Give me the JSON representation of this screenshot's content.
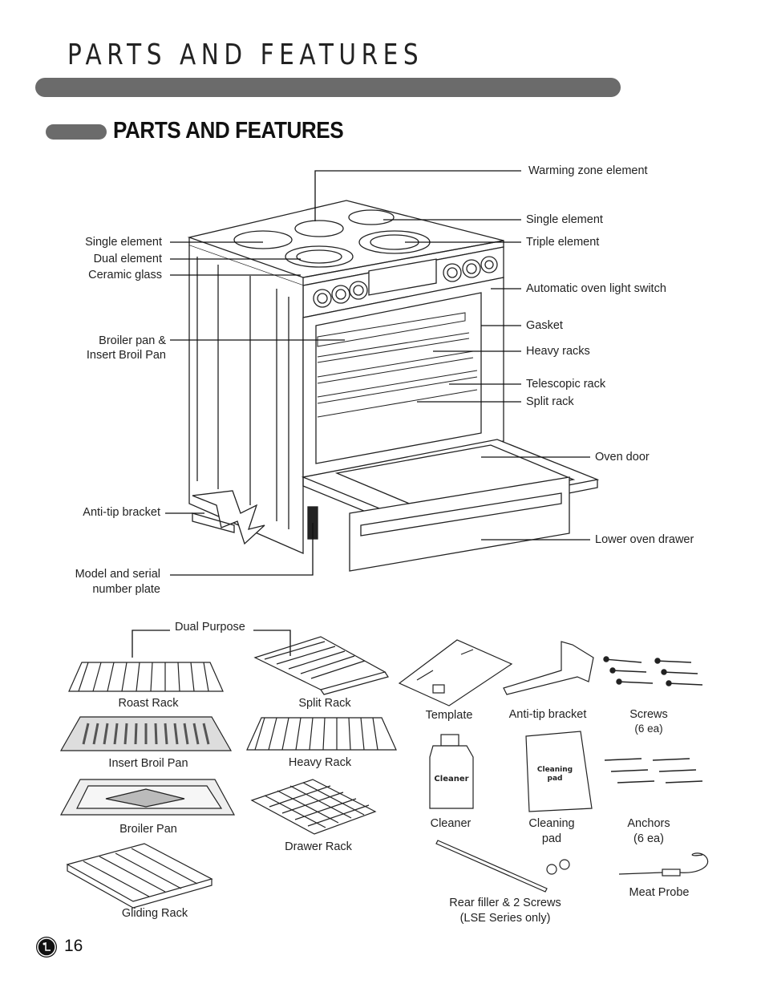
{
  "header": {
    "title": "PARTS AND FEATURES"
  },
  "section": {
    "title": "PARTS AND FEATURES"
  },
  "callouts": {
    "warming_zone": "Warming zone element",
    "single_element_right": "Single element",
    "triple_element": "Triple element",
    "oven_light_switch": "Automatic oven light switch",
    "gasket": "Gasket",
    "heavy_racks": "Heavy racks",
    "telescopic_rack": "Telescopic rack",
    "split_rack": "Split rack",
    "oven_door": "Oven door",
    "lower_drawer": "Lower oven drawer",
    "single_element_left": "Single element",
    "dual_element": "Dual element",
    "ceramic_glass": "Ceramic glass",
    "broiler_pan_1": "Broiler pan &",
    "broiler_pan_2": "Insert Broil Pan",
    "anti_tip": "Anti-tip bracket",
    "model_plate_1": "Model and serial",
    "model_plate_2": "number plate"
  },
  "accessories": {
    "dual_purpose": "Dual Purpose",
    "roast_rack": "Roast Rack",
    "split_rack": "Split Rack",
    "insert_broil_pan": "Insert Broil Pan",
    "heavy_rack": "Heavy Rack",
    "broiler_pan": "Broiler Pan",
    "drawer_rack": "Drawer Rack",
    "gliding_rack": "Gliding Rack",
    "template": "Template",
    "anti_tip_bracket": "Anti-tip bracket",
    "screws": "Screws",
    "screws_qty": "(6 ea)",
    "cleaner": "Cleaner",
    "cleaner_bottle_text": "Cleaner",
    "cleaning_pad_1": "Cleaning",
    "cleaning_pad_2": "pad",
    "pad_text_1": "Cleaning",
    "pad_text_2": "pad",
    "anchors": "Anchors",
    "anchors_qty": "(6 ea)",
    "rear_filler_1": "Rear filler & 2 Screws",
    "rear_filler_2": "(LSE Series only)",
    "meat_probe": "Meat Probe"
  },
  "footer": {
    "page_number": "16",
    "logo": "lg-logo-icon"
  },
  "colors": {
    "bar": "#6b6b6b",
    "ink": "#222222"
  }
}
